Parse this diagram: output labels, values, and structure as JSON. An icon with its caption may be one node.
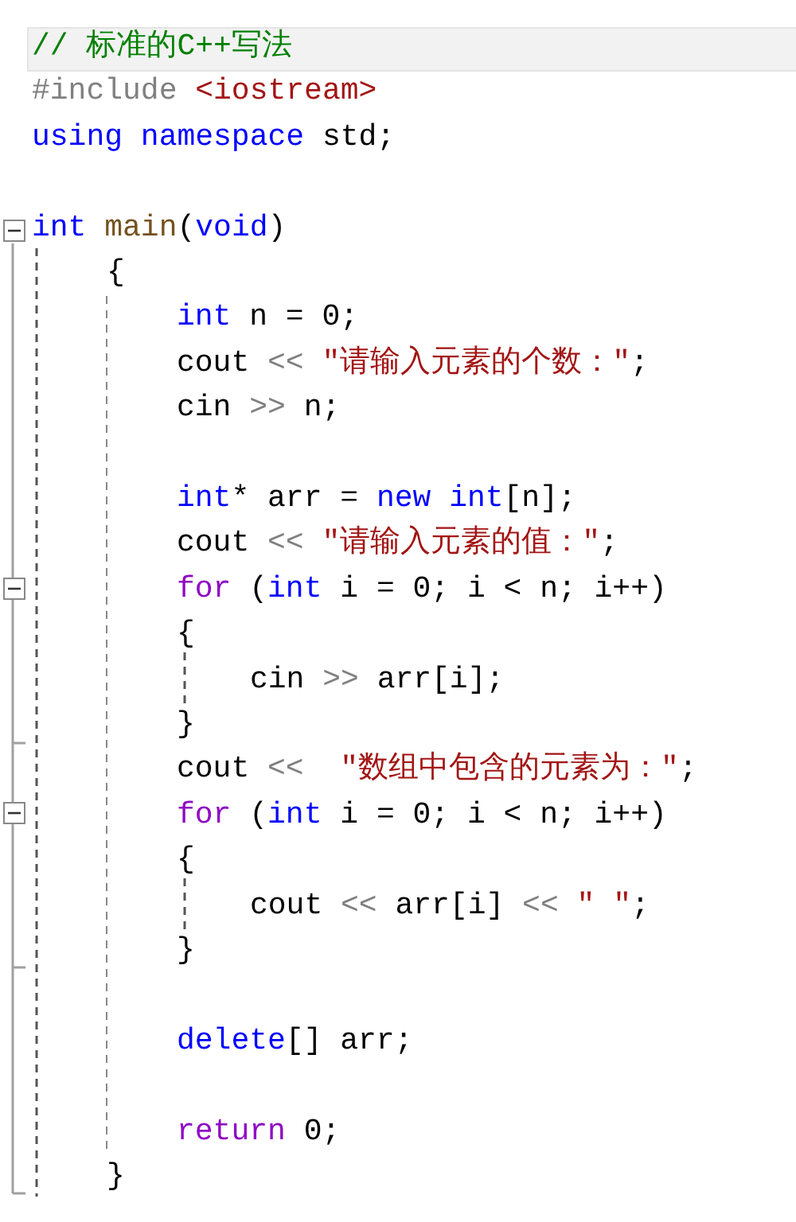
{
  "diagram": {
    "labels": [
      "// 标准的C++写法",
      "#include <iostream>",
      "using namespace std;",
      "int main(void)",
      "{",
      "int n = 0;",
      "cout << \"请输入元素的个数：\";",
      "cin >> n;",
      "int* arr = new int[n];",
      "cout << \"请输入元素的值：\";",
      "for (int i = 0; i < n; i++)",
      "{",
      "cin >> arr[i];",
      "}",
      "cout <<  \"数组中包含的元素为：\";",
      "for (int i = 0; i < n; i++)",
      "{",
      "cout << arr[i] << \" \";",
      "}",
      "delete[] arr;",
      "return 0;",
      "}"
    ]
  }
}
